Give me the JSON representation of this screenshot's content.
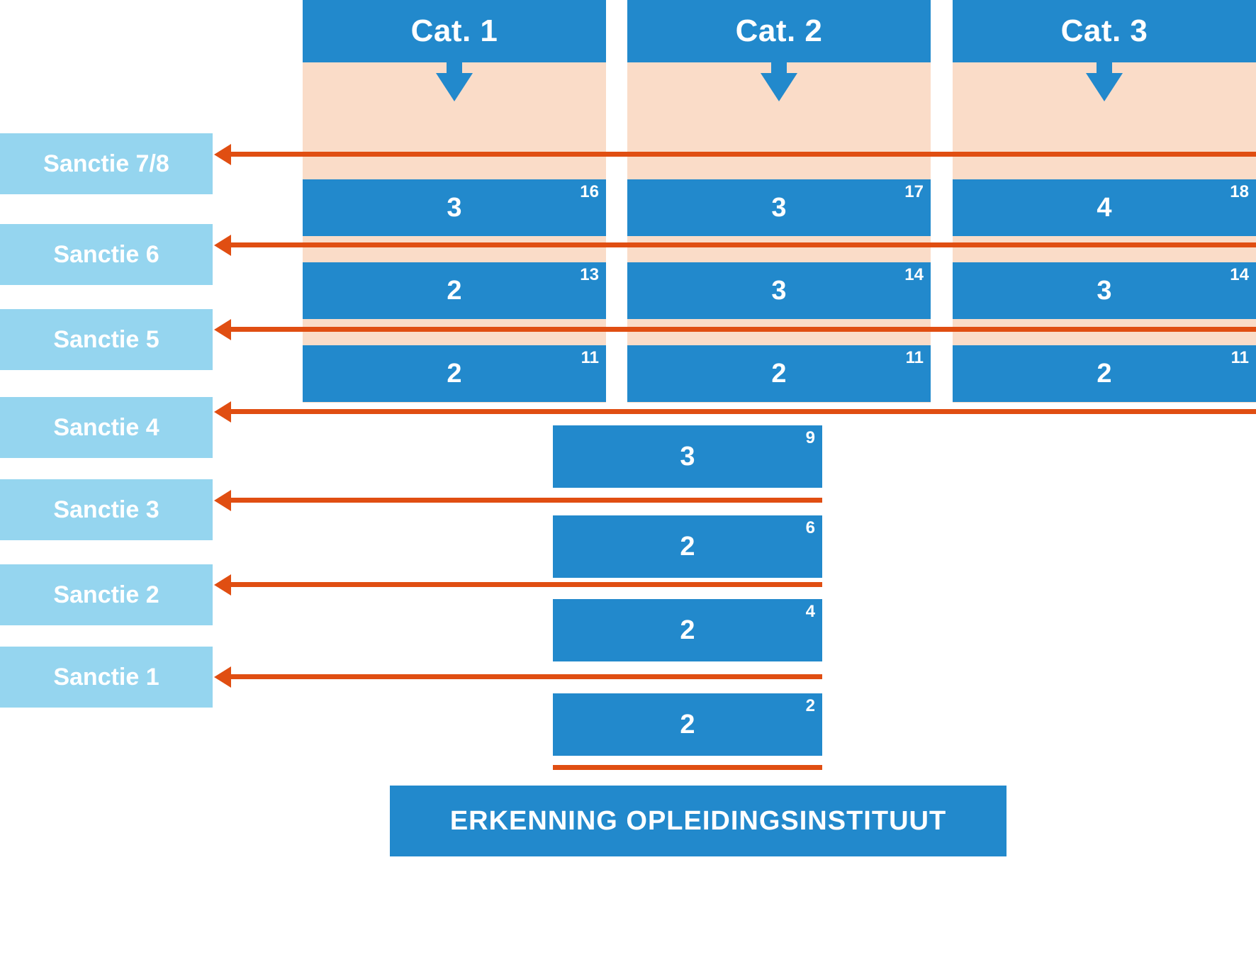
{
  "colors": {
    "blue": "#2289cc",
    "light_blue": "#95d5ef",
    "peach": "#fadcc8",
    "orange": "#e04e12",
    "white": "#ffffff"
  },
  "chart_data": {
    "type": "bar",
    "title": "",
    "xlabel": "",
    "ylabel": "",
    "categories": [
      "Cat. 1",
      "Cat. 2",
      "Cat. 3"
    ],
    "row_labels": [
      "Sanctie 7/8",
      "Sanctie 6",
      "Sanctie 5",
      "Sanctie 4",
      "Sanctie 3",
      "Sanctie 2",
      "Sanctie 1"
    ],
    "series": [
      {
        "name": "Cat. 1",
        "values": [
          3,
          2,
          2,
          null,
          null,
          null,
          null
        ],
        "cumulative": [
          16,
          13,
          11,
          null,
          null,
          null,
          null
        ]
      },
      {
        "name": "Cat. 2",
        "values": [
          3,
          3,
          2,
          3,
          2,
          2,
          2
        ],
        "cumulative": [
          17,
          14,
          11,
          9,
          6,
          4,
          2
        ]
      },
      {
        "name": "Cat. 3",
        "values": [
          4,
          3,
          2,
          null,
          null,
          null,
          null
        ],
        "cumulative": [
          18,
          14,
          11,
          null,
          null,
          null,
          null
        ]
      }
    ],
    "base_label": "ERKENNING OPLEIDINGSINSTITUUT"
  },
  "header": {
    "columns": [
      {
        "label": "Cat. 1"
      },
      {
        "label": "Cat. 2"
      },
      {
        "label": "Cat. 3"
      }
    ]
  },
  "sanctions": [
    {
      "label": "Sanctie 7/8"
    },
    {
      "label": "Sanctie 6"
    },
    {
      "label": "Sanctie 5"
    },
    {
      "label": "Sanctie 4"
    },
    {
      "label": "Sanctie 3"
    },
    {
      "label": "Sanctie 2"
    },
    {
      "label": "Sanctie 1"
    }
  ],
  "blocks": {
    "r1": [
      {
        "value": "3",
        "sup": "16"
      },
      {
        "value": "3",
        "sup": "17"
      },
      {
        "value": "4",
        "sup": "18"
      }
    ],
    "r2": [
      {
        "value": "2",
        "sup": "13"
      },
      {
        "value": "3",
        "sup": "14"
      },
      {
        "value": "3",
        "sup": "14"
      }
    ],
    "r3": [
      {
        "value": "2",
        "sup": "11"
      },
      {
        "value": "2",
        "sup": "11"
      },
      {
        "value": "2",
        "sup": "11"
      }
    ],
    "r4": [
      {
        "value": "3",
        "sup": "9"
      }
    ],
    "r5": [
      {
        "value": "2",
        "sup": "6"
      }
    ],
    "r6": [
      {
        "value": "2",
        "sup": "4"
      }
    ],
    "r7": [
      {
        "value": "2",
        "sup": "2"
      }
    ]
  },
  "footer": {
    "label": "ERKENNING OPLEIDINGSINSTITUUT"
  }
}
